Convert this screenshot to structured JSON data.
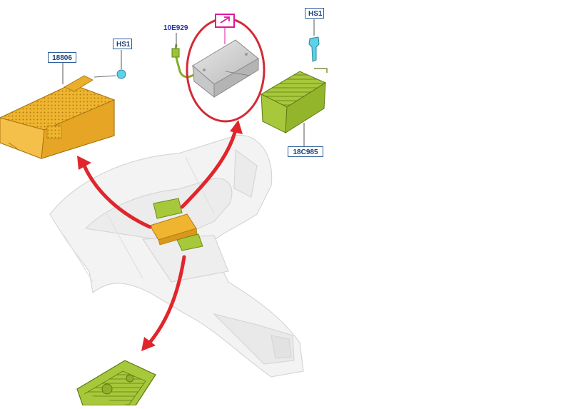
{
  "labels": {
    "radio_unit": "18806",
    "screw_left": "HS1",
    "screw_right": "HS1",
    "harness": "10E929",
    "module_right": "18C985"
  },
  "colors": {
    "radio_unit": "#f0b530",
    "control_module": "#a7c83a",
    "highlight_ring": "#d42a35",
    "arrows": "#e0262c",
    "fastener": "#5fd0e6",
    "callout_border": "#2d5f9a",
    "magenta_marker": "#e0179e"
  },
  "icons": {
    "view_marker": "arrow-box-icon"
  }
}
